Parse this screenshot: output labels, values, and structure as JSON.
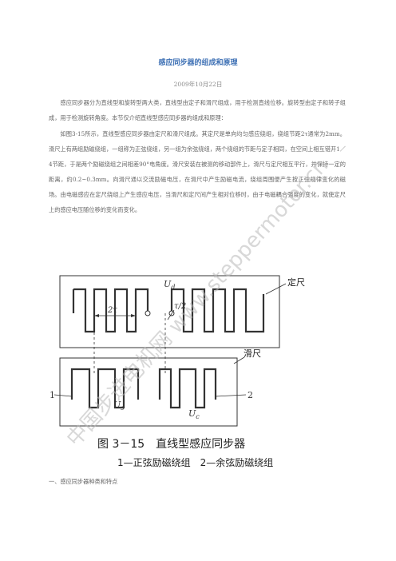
{
  "article": {
    "title": "感应同步器的组成和原理",
    "date": "2009年10月22日",
    "paragraph1": "感应同步器分为直线型和旋转型两大类，直线型由定子和滑尺组成，用于检测直线位移。旋转型由定子和转子组成，用于检测旋转角度。本节仅介绍直线型感应同步器的组成和原理：",
    "paragraph2": "如图3-15所示，直线型感应同步器由定尺和滑尺组成。其定尺是单向均匀感应绕组，绕组节距2τ通常为2mm。滑尺上有两组励磁绕组，一组称为正弦绕组，另一组为余弦绕组，两个绕组的节距与定子相同，在空间上相互错开1／4节距，于是两个励磁绕组之间相差90°电角度。滑尺安装在被测的移动部件上，滑尺与定尺相互平行，并保持一定的距离，约0.2~0.3mm。向滑尺通以交流励磁电压，在滑尺中产生励磁电流，绕组周围便产生按正弦规律变化的磁场。由电磁感应在定尺绕组上产生感应电压，当滑尺和定尺间产生相对位移时，由于电磁耦合强度的变化，就使定尺上的感应电压随位移的变化而变化。",
    "section_heading": "一、感应同步器种类和特点"
  },
  "figure": {
    "stator_label": "定尺",
    "slider_label": "滑尺",
    "ud_label": "U",
    "ud_sub": "d",
    "us_label": "U",
    "us_sub": "s",
    "uc_label": "U",
    "uc_sub": "c",
    "pitch_label": "2τ",
    "half_pitch_label": "τ/2",
    "num1": "1",
    "num2": "2",
    "caption": "图 3－15　直线型感应同步器",
    "legend": "1—正弦励磁绕组　2—余弦励磁绕组",
    "watermark": "中国步进电机网 www.steppermotor.cn"
  }
}
